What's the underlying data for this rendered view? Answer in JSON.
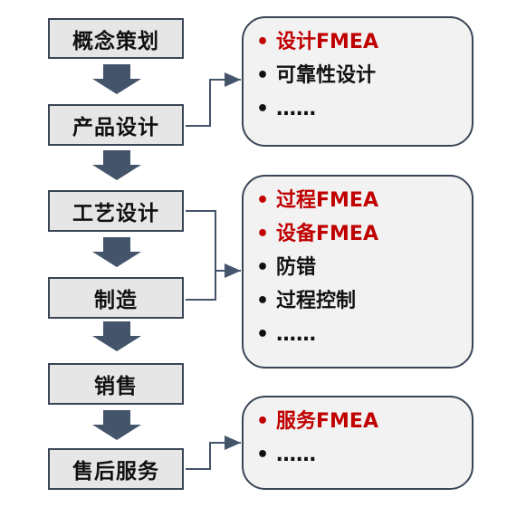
{
  "colors": {
    "box_fill": "#e6e6e6",
    "border": "#3a4656",
    "arrow": "#44546a",
    "highlight": "#c00000",
    "text": "#111111"
  },
  "process_steps": [
    {
      "label": "概念策划"
    },
    {
      "label": "产品设计"
    },
    {
      "label": "工艺设计"
    },
    {
      "label": "制造"
    },
    {
      "label": "销售"
    },
    {
      "label": "售后服务"
    }
  ],
  "cards": [
    {
      "items": [
        {
          "bullet": "•",
          "text": "设计FMEA",
          "highlight": true
        },
        {
          "bullet": "•",
          "text": "可靠性设计",
          "highlight": false
        },
        {
          "bullet": "•",
          "text": "……",
          "highlight": false
        }
      ]
    },
    {
      "items": [
        {
          "bullet": "•",
          "text": "过程FMEA",
          "highlight": true
        },
        {
          "bullet": "•",
          "text": "设备FMEA",
          "highlight": true
        },
        {
          "bullet": "•",
          "text": "防错",
          "highlight": false
        },
        {
          "bullet": "•",
          "text": "过程控制",
          "highlight": false
        },
        {
          "bullet": "•",
          "text": "……",
          "highlight": false
        }
      ]
    },
    {
      "items": [
        {
          "bullet": "•",
          "text": "服务FMEA",
          "highlight": true
        },
        {
          "bullet": "•",
          "text": "……",
          "highlight": false
        }
      ]
    }
  ]
}
